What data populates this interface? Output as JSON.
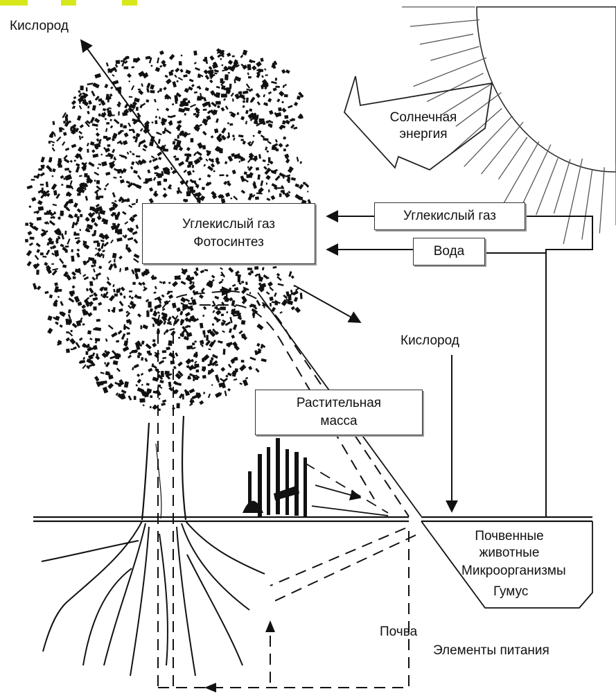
{
  "labels": {
    "oxygen_top": "Кислород",
    "solar_line1": "Солнечная",
    "solar_line2": "энергия",
    "photo_line1": "Углекислый газ",
    "photo_line2": "Фотосинтез",
    "co2_box": "Углекислый газ",
    "water_box": "Вода",
    "oxygen_right": "Кислород",
    "plant_line1": "Растительная",
    "plant_line2": "масса",
    "soil_animals_line1": "Почвенные",
    "soil_animals_line2": "животные",
    "microorganisms": "Микроорганизмы",
    "humus": "Гумус",
    "soil": "Почва",
    "nutrients": "Элементы питания"
  },
  "colors": {
    "ink": "#111111",
    "accent_marks": "#d7e81a",
    "paper": "#ffffff"
  }
}
